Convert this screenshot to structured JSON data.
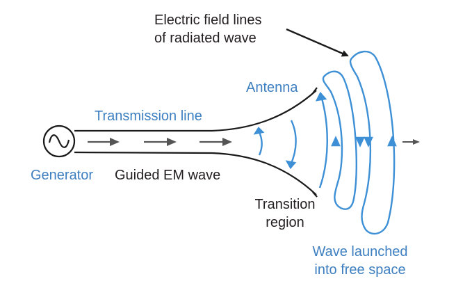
{
  "colors": {
    "conductor": "#1a1a1a",
    "field": "#3d8fd6",
    "label_blue": "#3d7fc0",
    "label_black": "#231f20",
    "arrow_gray": "#555555"
  },
  "labels": {
    "electric_field_lines": [
      "Electric field lines",
      "of radiated wave"
    ],
    "antenna": "Antenna",
    "transmission_line": "Transmission line",
    "generator": "Generator",
    "guided_wave": "Guided EM wave",
    "transition_region": [
      "Transition",
      "region"
    ],
    "wave_launched": [
      "Wave launched",
      "into free space"
    ]
  },
  "icons": {
    "generator": "ac-source-sine-icon"
  }
}
